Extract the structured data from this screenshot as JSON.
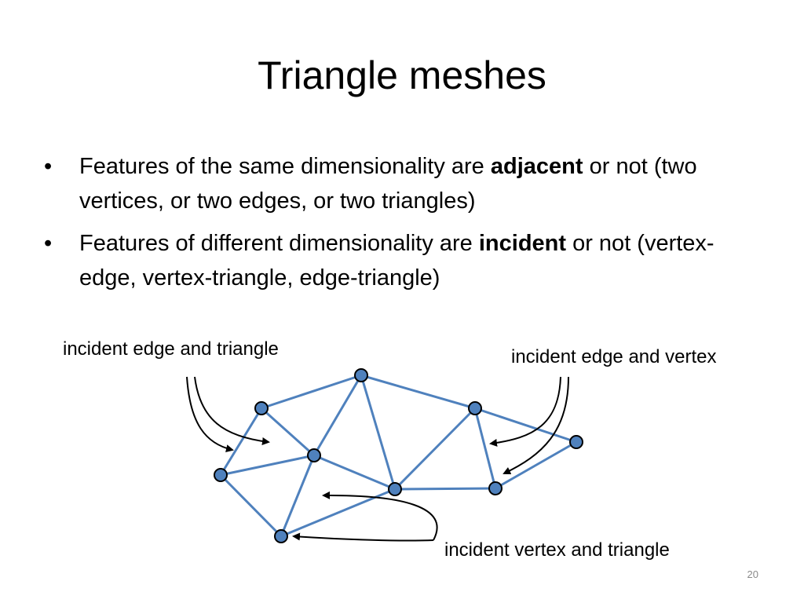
{
  "slide": {
    "title": "Triangle meshes",
    "bullets": [
      {
        "text_before": "Features of the same dimensionality are ",
        "bold": "adjacent",
        "text_after": " or not (two vertices, or two edges, or two triangles)"
      },
      {
        "text_before": "Features of different dimensionality are ",
        "bold": "incident",
        "text_after": " or not (vertex-edge, vertex-triangle, edge-triangle)"
      }
    ],
    "bullet_glyph": "•",
    "page_number": "20"
  },
  "diagram": {
    "labels": {
      "edge_triangle": "incident edge and triangle",
      "edge_vertex": "incident edge and vertex",
      "vertex_triangle": "incident vertex and triangle"
    },
    "colors": {
      "edge": "#4f81bd",
      "vertex_fill": "#4f81bd",
      "vertex_stroke": "#000000",
      "arrow": "#000000"
    }
  }
}
